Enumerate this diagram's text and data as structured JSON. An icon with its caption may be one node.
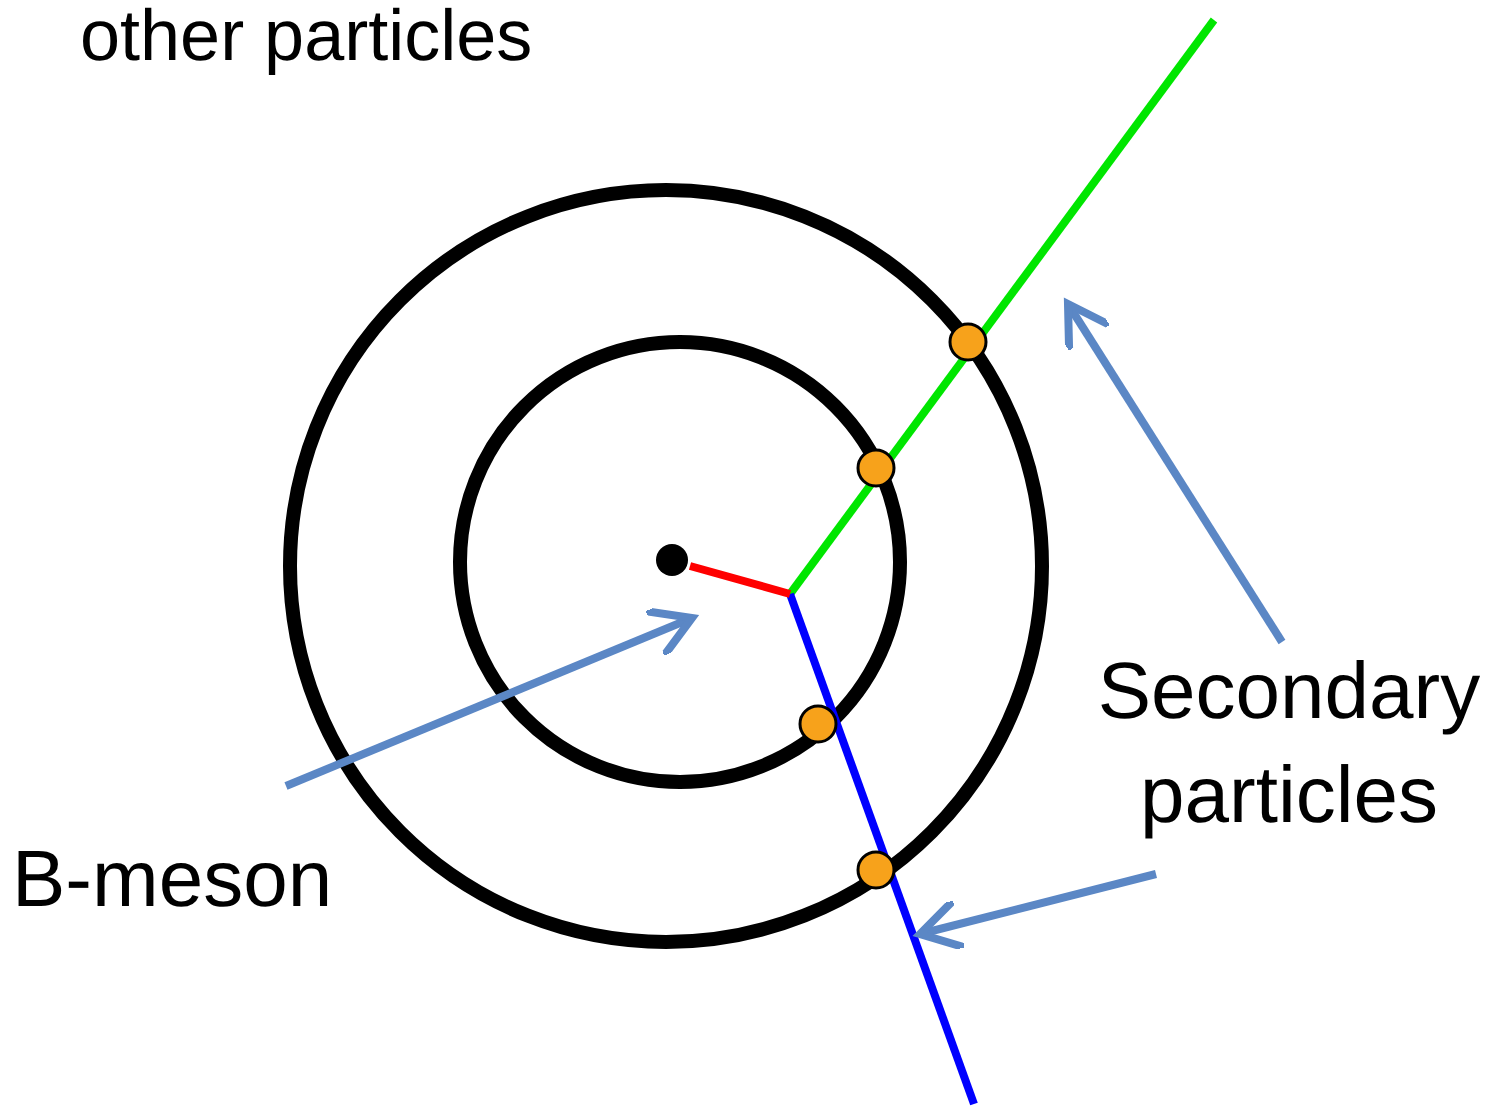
{
  "diagram": {
    "nodes": [
      {
        "text": [
          "Secondary particles"
        ]
      },
      {
        "text": [],
        "shape": "line"
      },
      {
        "text": [],
        "shape": "line"
      },
      {
        "text": [
          "B-meson"
        ]
      },
      {
        "text": [],
        "shape": "line"
      }
    ],
    "edges": [
      {
        "from": 0,
        "to": 1,
        "arrow": "to"
      },
      {
        "from": 0,
        "to": 2,
        "arrow": "to"
      },
      {
        "from": 3,
        "to": 4,
        "arrow": "to"
      }
    ],
    "labels": [
      "other particles"
    ]
  }
}
